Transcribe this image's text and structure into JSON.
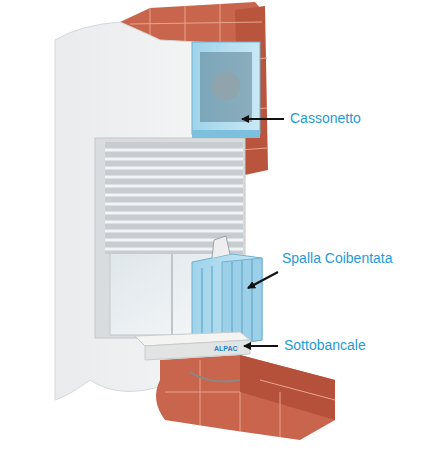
{
  "diagram": {
    "labels": [
      "Cassonetto",
      "Spalla Coibentata",
      "Sottobancale",
      "ALPAC"
    ]
  }
}
